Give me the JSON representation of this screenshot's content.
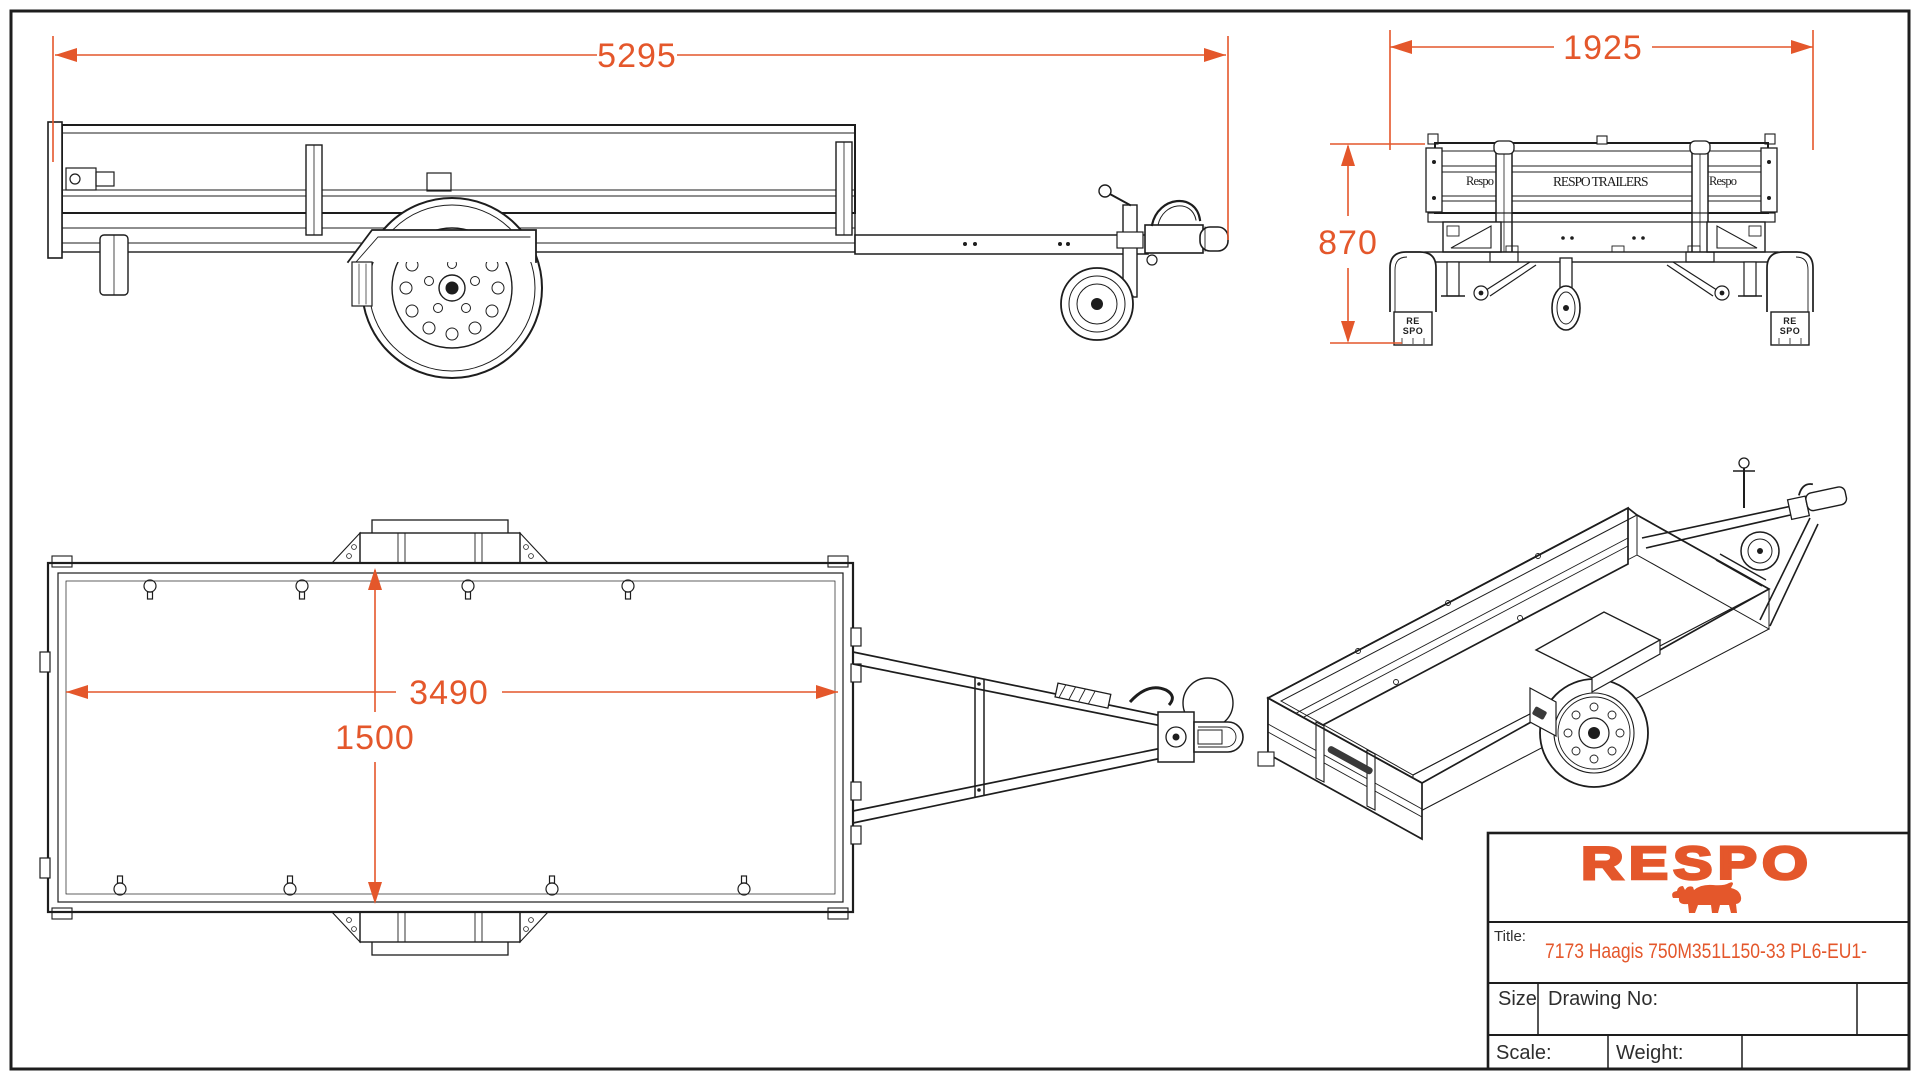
{
  "sheet": {
    "kind": "trailer technical drawing",
    "colors": {
      "accent": "#E4572B",
      "line": "#1d1d1d",
      "background": "#ffffff"
    }
  },
  "dimensions": {
    "overall_length_mm": "5295",
    "overall_width_mm": "1925",
    "side_height_mm": "870",
    "inner_length_mm": "3490",
    "inner_width_mm": "1500"
  },
  "rear_view": {
    "board_left": "Respo",
    "board_center": "RESPO TRAILERS",
    "board_right": "Respo",
    "mudflap_left_line1": "RE",
    "mudflap_left_line2": "SPO",
    "mudflap_right_line1": "RE",
    "mudflap_right_line2": "SPO"
  },
  "title_block": {
    "logo_text": "RESPO",
    "title_label": "Title:",
    "title_value": "7173 Haagis 750M351L150-33 PL6-EU1-",
    "size_label": "Size",
    "drawing_no_label": "Drawing No:",
    "scale_label": "Scale:",
    "weight_label": "Weight:"
  }
}
